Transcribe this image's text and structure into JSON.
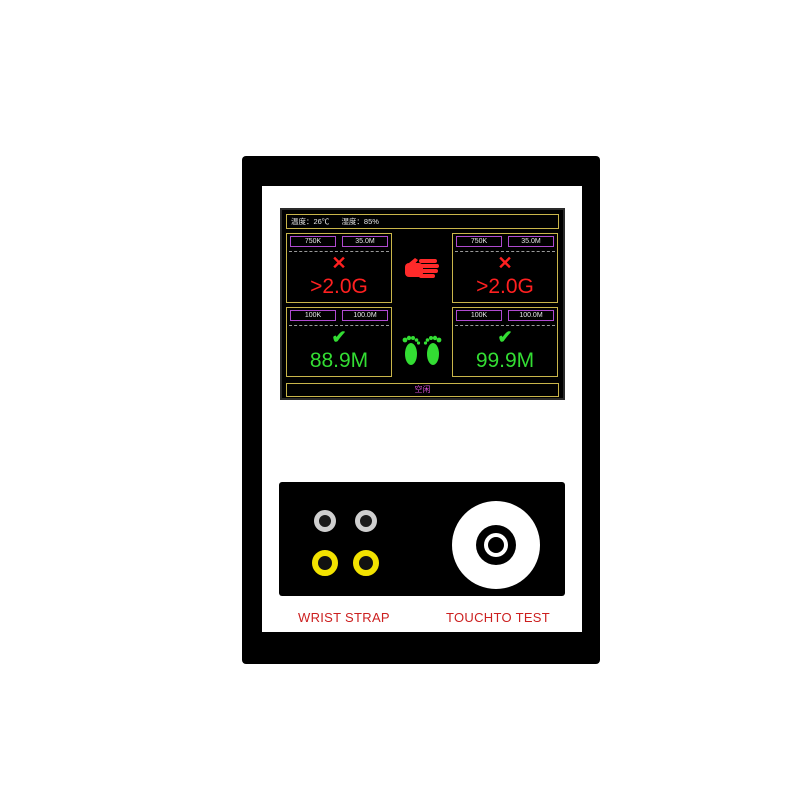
{
  "screen": {
    "status": {
      "temperature": "温度：26℃",
      "humidity": "湿度：85%"
    },
    "panels": {
      "top_left": {
        "chip_a": "750K",
        "chip_b": "35.0M",
        "result": "fail",
        "value": ">2.0G"
      },
      "top_right": {
        "chip_a": "750K",
        "chip_b": "35.0M",
        "result": "fail",
        "value": ">2.0G"
      },
      "bottom_left": {
        "chip_a": "100K",
        "chip_b": "100.0M",
        "result": "pass",
        "value": "88.9M"
      },
      "bottom_right": {
        "chip_a": "100K",
        "chip_b": "100.0M",
        "result": "pass",
        "value": "99.9M"
      }
    },
    "footer": "空闲",
    "icons": {
      "hand": "hand-icon",
      "feet": "feet-icon",
      "fail": "cross-icon",
      "pass": "check-icon"
    },
    "colors": {
      "fail": "#ff2020",
      "pass": "#33dd33",
      "border": "#c9b54a",
      "chip_border": "#b04ad0",
      "footer_text": "#d050d0"
    }
  },
  "labels": {
    "wrist_strap": "WRIST STRAP",
    "touch_test": "TOUCHTO TEST"
  },
  "colors": {
    "label_red": "#cc1f1f",
    "jack_yellow": "#f2e200",
    "jack_silver": "#cfcfcf"
  }
}
